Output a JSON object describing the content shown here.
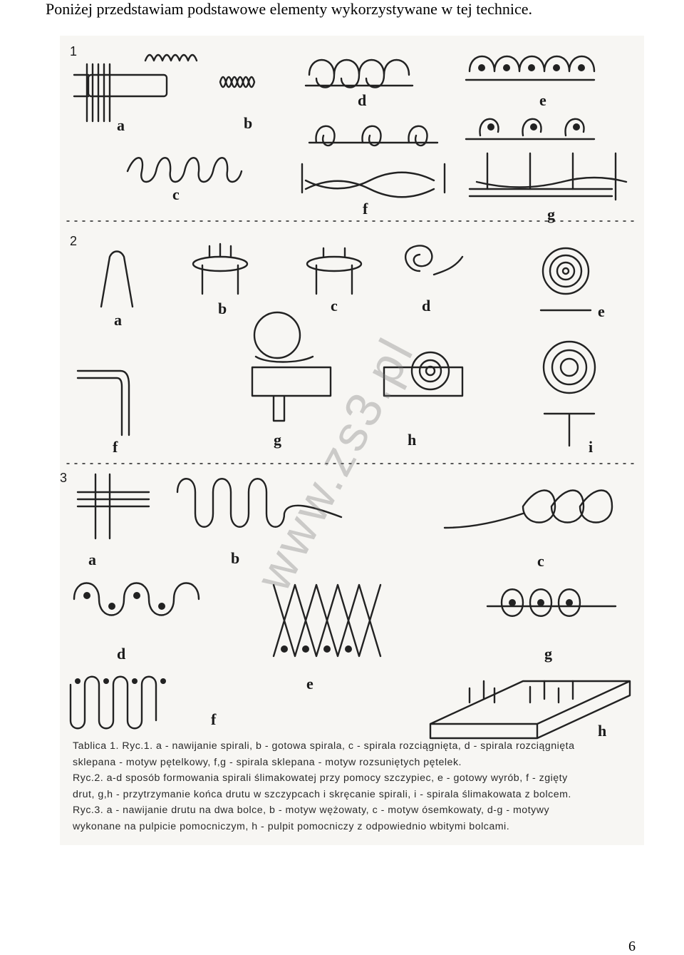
{
  "heading": "Poniżej przedstawiam podstawowe elementy wykorzystywane w tej technice.",
  "figure": {
    "section_numbers": [
      "1",
      "2",
      "3"
    ],
    "labels_fig1": [
      "a",
      "b",
      "c",
      "d",
      "e",
      "f",
      "g"
    ],
    "labels_fig2": [
      "a",
      "b",
      "c",
      "d",
      "e",
      "f",
      "g",
      "h",
      "i"
    ],
    "labels_fig3": [
      "a",
      "b",
      "c",
      "d",
      "e",
      "f",
      "g",
      "h"
    ],
    "caption_lines": [
      "Tablica 1. Ryc.1. a - nawijanie spirali, b - gotowa spirala, c - spirala rozciągnięta, d - spirala rozciągnięta",
      "sklepana - motyw pętelkowy, f,g - spirala sklepana - motyw rozsuniętych pętelek.",
      "Ryc.2. a-d sposób formowania spirali ślimakowatej przy pomocy szczypiec, e - gotowy wyrób, f - zgięty",
      "drut, g,h - przytrzymanie końca drutu w szczypcach i skręcanie spirali, i - spirala ślimakowata z bolcem.",
      "Ryc.3. a - nawijanie drutu na dwa bolce, b - motyw wężowaty, c - motyw ósemkowaty, d-g - motywy",
      "wykonane na pulpicie pomocniczym, h - pulpit pomocniczy z odpowiednio wbitymi bolcami."
    ]
  },
  "watermark": "www.zs3.pl",
  "page_number": "6"
}
